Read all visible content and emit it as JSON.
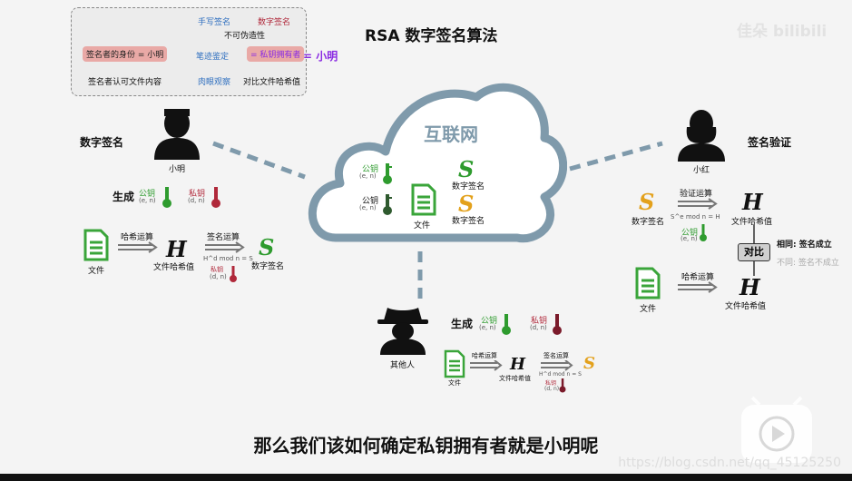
{
  "title": "RSA 数字签名算法",
  "legend": {
    "col1_header": "手写签名",
    "col2_header": "数字签名",
    "row1": "不可伪造性",
    "row2_left": "签名者的身份 = 小明",
    "row2_mid": "笔迹鉴定",
    "row2_right": "= 私钥拥有者",
    "row2_extra": "= 小明",
    "row3_left": "签名者认可文件内容",
    "row3_mid": "肉眼观察",
    "row3_right": "对比文件哈希值"
  },
  "cloud": {
    "label": "互联网",
    "pubkey_label": "公钥",
    "pubkey_math": "(e, n)",
    "file_label": "文件",
    "sig_label": "数字签名",
    "sig_symbol": "S"
  },
  "left": {
    "section_title": "数字签名",
    "person_name": "小明",
    "generate_label": "生成",
    "pubkey_label": "公钥",
    "pubkey_math": "(e, n)",
    "privkey_label": "私钥",
    "privkey_math": "(d, n)",
    "file_label": "文件",
    "hash_op": "哈希运算",
    "hash_symbol": "H",
    "hash_label": "文件哈希值",
    "sign_op": "签名运算",
    "sign_formula": "H^d mod n = S",
    "sig_symbol": "S",
    "sig_label": "数字签名"
  },
  "right": {
    "section_title": "签名验证",
    "person_name": "小红",
    "sig_symbol": "S",
    "sig_label": "数字签名",
    "verify_op": "验证运算",
    "verify_formula": "S^e mod n = H",
    "pubkey_label": "公钥",
    "pubkey_math": "(e, n)",
    "hash_symbol": "H",
    "hash_label": "文件哈希值",
    "compare_label": "对比",
    "same_result": "相同: 签名成立",
    "diff_result": "不同: 签名不成立",
    "file_label": "文件",
    "hash_op": "哈希运算"
  },
  "bottom": {
    "person_name": "其他人",
    "generate_label": "生成",
    "pubkey_label": "公钥",
    "pubkey_math": "(e, n)",
    "privkey_label": "私钥",
    "privkey_math": "(d, n)",
    "file_label": "文件",
    "hash_op": "哈希运算",
    "hash_symbol": "H",
    "hash_label": "文件哈希值",
    "sign_op": "签名运算",
    "sign_formula": "H^d mod n = S",
    "privkey2_label": "私钥",
    "privkey2_math": "(d, n)",
    "sig_symbol": "S"
  },
  "subtitle": "那么我们该如何确定私钥拥有者就是小明呢",
  "watermark": "https://blog.csdn.net/qq_45125250",
  "bilibili_logo": "佳朵 bilibili",
  "colors": {
    "cloud": "#7f9aab",
    "green": "#2e9b2e",
    "red": "#b0283a",
    "orange": "#e3a11c"
  }
}
